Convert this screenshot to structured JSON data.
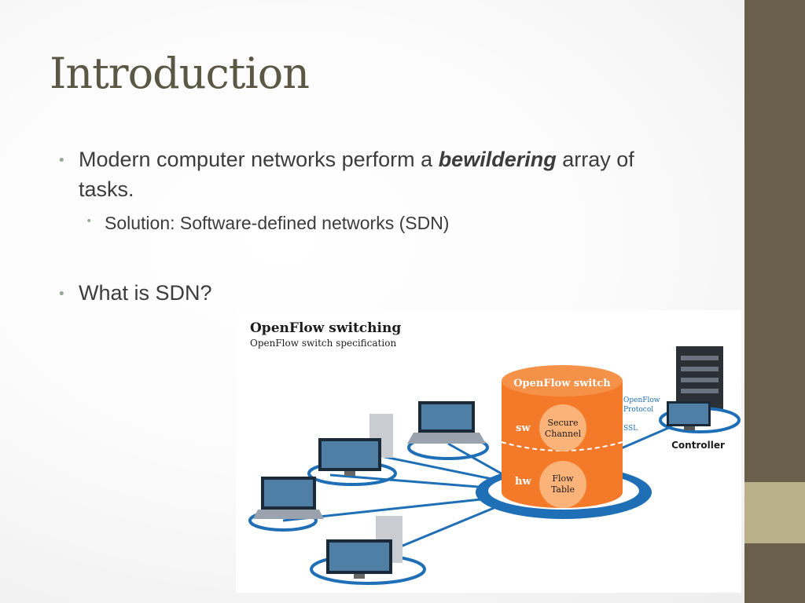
{
  "slide": {
    "title": "Introduction",
    "bullets": {
      "b1_prefix": "Modern computer networks perform a ",
      "b1_emph": "bewildering",
      "b1_suffix": " array of tasks.",
      "sub1": "Solution: Software-defined networks (SDN)",
      "b2": "What is SDN?"
    },
    "bullet_glyph": "•"
  },
  "diagram": {
    "title": "OpenFlow switching",
    "subtitle": "OpenFlow switch specification",
    "switch_label": "OpenFlow switch",
    "sw_label": "sw",
    "hw_label": "hw",
    "secure_channel": [
      "Secure",
      "Channel"
    ],
    "flow_table": [
      "Flow",
      "Table"
    ],
    "protocol_label": [
      "OpenFlow",
      "Protocol"
    ],
    "ssl_label": "SSL",
    "controller_label": "Controller"
  },
  "colors": {
    "sidebar_dark": "#6a5f4a",
    "sidebar_light": "#b9b089",
    "title": "#5b5745",
    "bullet_dot": "#97a79a",
    "switch_orange": "#f47a2a",
    "network_blue": "#1f6fb6",
    "protocol_blue": "#1f6fb6"
  },
  "icons": [
    "laptop-icon",
    "desktop-computer-icon",
    "server-rack-icon"
  ]
}
